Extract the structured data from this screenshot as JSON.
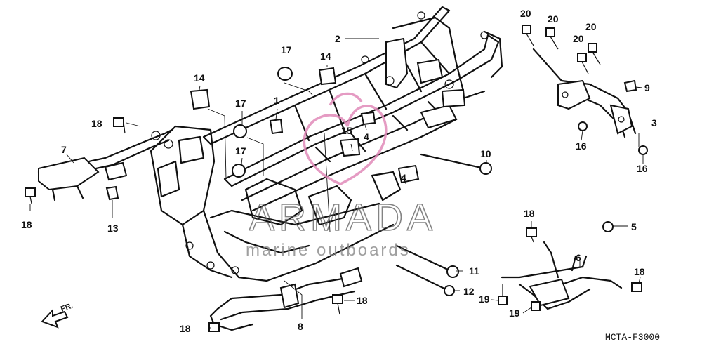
{
  "callouts": {
    "c1": "1",
    "c2": "2",
    "c3": "3",
    "c4a": "4",
    "c4b": "4",
    "c5": "5",
    "c6": "6",
    "c7": "7",
    "c8": "8",
    "c9": "9",
    "c10": "10",
    "c11": "11",
    "c12": "12",
    "c13": "13",
    "c14a": "14",
    "c14b": "14",
    "c15": "15",
    "c16a": "16",
    "c16b": "16",
    "c17a": "17",
    "c17b": "17",
    "c17c": "17",
    "c18a": "18",
    "c18b": "18",
    "c18c": "18",
    "c18d": "18",
    "c18e": "18",
    "c18f": "18",
    "c19a": "19",
    "c19b": "19",
    "c20a": "20",
    "c20b": "20",
    "c20c": "20",
    "c20d": "20"
  },
  "direction_label": "FR.",
  "diagram_code": "MCTA-F3000",
  "watermark": {
    "brand": "ARMADA",
    "tagline": "marine outboards"
  }
}
